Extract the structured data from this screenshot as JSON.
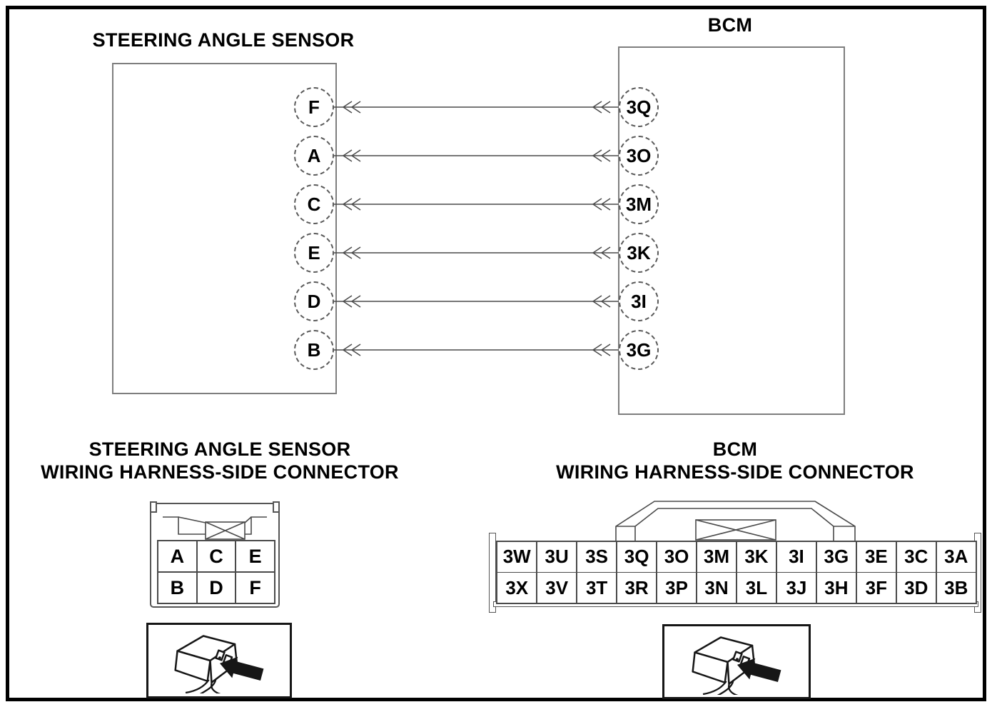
{
  "colors": {
    "background": "#ffffff",
    "frame": "#000000",
    "unit_box_line": "#7e7e7e",
    "wire_line": "#4a4a4a",
    "grid_line": "#4a4a4a",
    "text": "#000000"
  },
  "top_diagram": {
    "sensor_title": "STEERING ANGLE SENSOR",
    "bcm_title": "BCM",
    "wire_direction_symbol": "double-chevron-left",
    "wires": [
      {
        "sensor_pin": "F",
        "bcm_pin": "3Q"
      },
      {
        "sensor_pin": "A",
        "bcm_pin": "3O"
      },
      {
        "sensor_pin": "C",
        "bcm_pin": "3M"
      },
      {
        "sensor_pin": "E",
        "bcm_pin": "3K"
      },
      {
        "sensor_pin": "D",
        "bcm_pin": "3I"
      },
      {
        "sensor_pin": "B",
        "bcm_pin": "3G"
      }
    ]
  },
  "sas_connector": {
    "title_line1": "STEERING ANGLE SENSOR",
    "title_line2": "WIRING HARNESS-SIDE CONNECTOR",
    "pin_rows": [
      [
        "A",
        "C",
        "E"
      ],
      [
        "B",
        "D",
        "F"
      ]
    ]
  },
  "bcm_connector": {
    "title_line1": "BCM",
    "title_line2": "WIRING HARNESS-SIDE CONNECTOR",
    "pin_rows": [
      [
        "3W",
        "3U",
        "3S",
        "3Q",
        "3O",
        "3M",
        "3K",
        "3I",
        "3G",
        "3E",
        "3C",
        "3A"
      ],
      [
        "3X",
        "3V",
        "3T",
        "3R",
        "3P",
        "3N",
        "3L",
        "3J",
        "3H",
        "3F",
        "3D",
        "3B"
      ]
    ]
  },
  "legend_icons": {
    "left": "harness-connector-view-icon",
    "right": "harness-connector-view-icon"
  }
}
